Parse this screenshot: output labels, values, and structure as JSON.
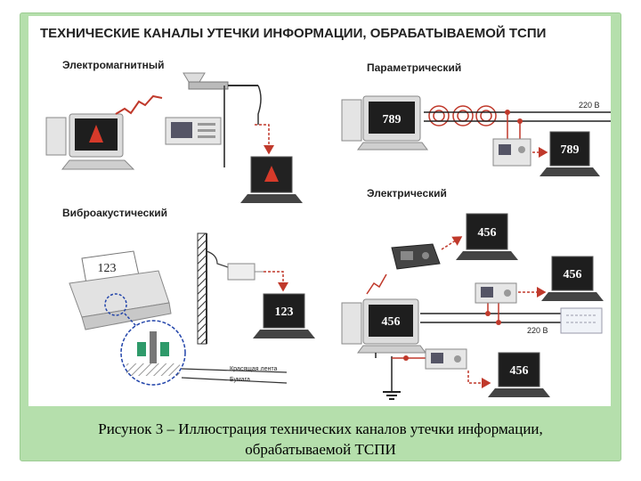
{
  "title": "ТЕХНИЧЕСКИЕ КАНАЛЫ УТЕЧКИ ИНФОРМАЦИИ, ОБРАБАТЫВАЕМОЙ ТСПИ",
  "channels": {
    "electromagnetic": "Электромагнитный",
    "parametric": "Параметрический",
    "vibroacoustic": "Виброакустический",
    "electric": "Электрический"
  },
  "screens": {
    "parametric_monitor": "789",
    "parametric_laptop": "789",
    "vibro_paper": "123",
    "vibro_laptop": "123",
    "electric_monitor": "456",
    "electric_laptop_1": "456",
    "electric_laptop_2": "456",
    "electric_laptop_3": "456"
  },
  "labels": {
    "voltage_top": "220 В",
    "voltage_bottom": "220 В",
    "ribbon": "Красящая лента",
    "paper": "Бумага"
  },
  "caption": {
    "line1": "Рисунок 3 – Иллюстрация технических каналов утечки информации,",
    "line2": "обрабатываемой ТСПИ"
  },
  "colors": {
    "frame": "#b5dfac",
    "signal": "#c0392b",
    "screen": "#1e1e1e",
    "device": "#e6e6e6"
  }
}
